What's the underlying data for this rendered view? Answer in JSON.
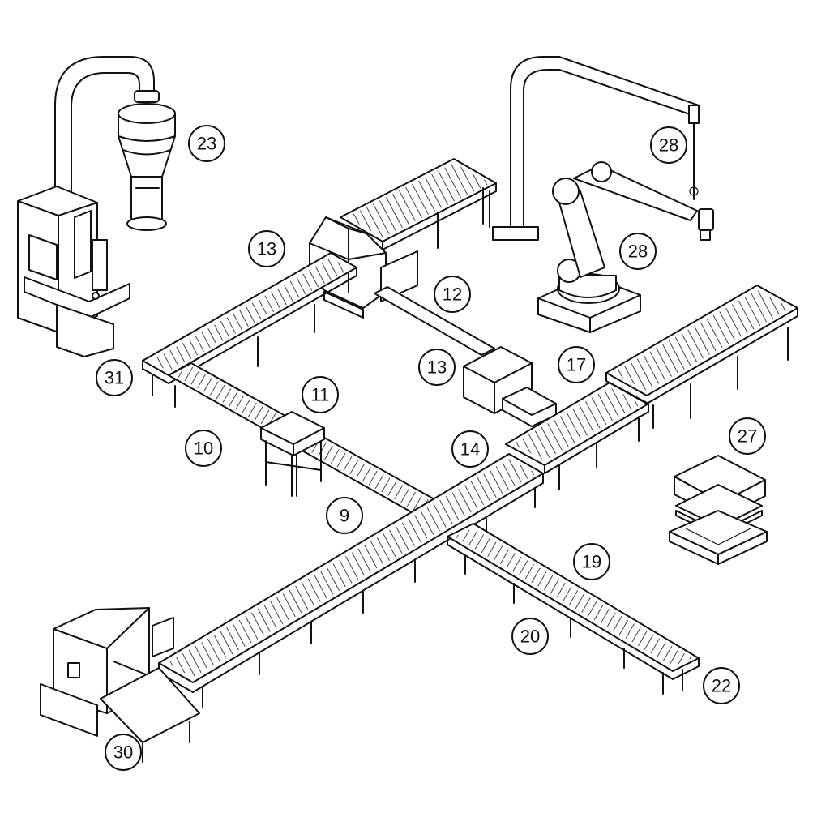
{
  "callouts": [
    {
      "id": "c23",
      "label": "23"
    },
    {
      "id": "c13a",
      "label": "13"
    },
    {
      "id": "c28a",
      "label": "28"
    },
    {
      "id": "c28b",
      "label": "28"
    },
    {
      "id": "c12",
      "label": "12"
    },
    {
      "id": "c13b",
      "label": "13"
    },
    {
      "id": "c17",
      "label": "17"
    },
    {
      "id": "c31",
      "label": "31"
    },
    {
      "id": "c11",
      "label": "11"
    },
    {
      "id": "c10",
      "label": "10"
    },
    {
      "id": "c14",
      "label": "14"
    },
    {
      "id": "c27",
      "label": "27"
    },
    {
      "id": "c9",
      "label": "9"
    },
    {
      "id": "c19",
      "label": "19"
    },
    {
      "id": "c20",
      "label": "20"
    },
    {
      "id": "c22",
      "label": "22"
    },
    {
      "id": "c30",
      "label": "30"
    }
  ],
  "colors": {
    "line": "#111111",
    "fill": "#ffffff"
  }
}
